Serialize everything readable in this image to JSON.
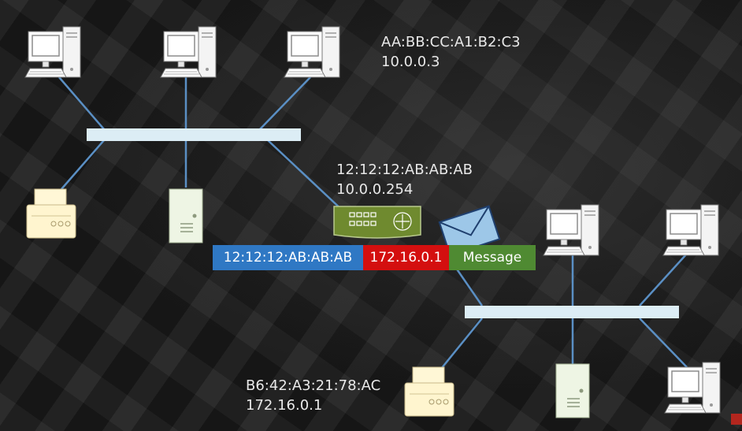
{
  "hosts": {
    "top_right_pc": {
      "mac": "AA:BB:CC:A1:B2:C3",
      "ip": "10.0.0.3"
    },
    "router": {
      "mac": "12:12:12:AB:AB:AB",
      "ip": "10.0.0.254"
    },
    "bottom_printer": {
      "mac": "B6:42:A3:21:78:AC",
      "ip": "172.16.0.1"
    }
  },
  "frame": {
    "dest_mac": "12:12:12:AB:AB:AB",
    "dest_ip": "172.16.0.1",
    "payload": "Message"
  },
  "colors": {
    "link": "#5a8fc4",
    "bus": "#dcedf5",
    "mac_field": "#2f78c4",
    "ip_field": "#d40f0f",
    "payload_field": "#4f8a32",
    "router": "#6f8a2f",
    "envelope": "#9dc7e8",
    "printer": "#fff5cf",
    "server": "#eef5e4"
  },
  "icons": [
    "computer-icon",
    "printer-icon",
    "server-icon",
    "router-icon",
    "envelope-icon"
  ]
}
